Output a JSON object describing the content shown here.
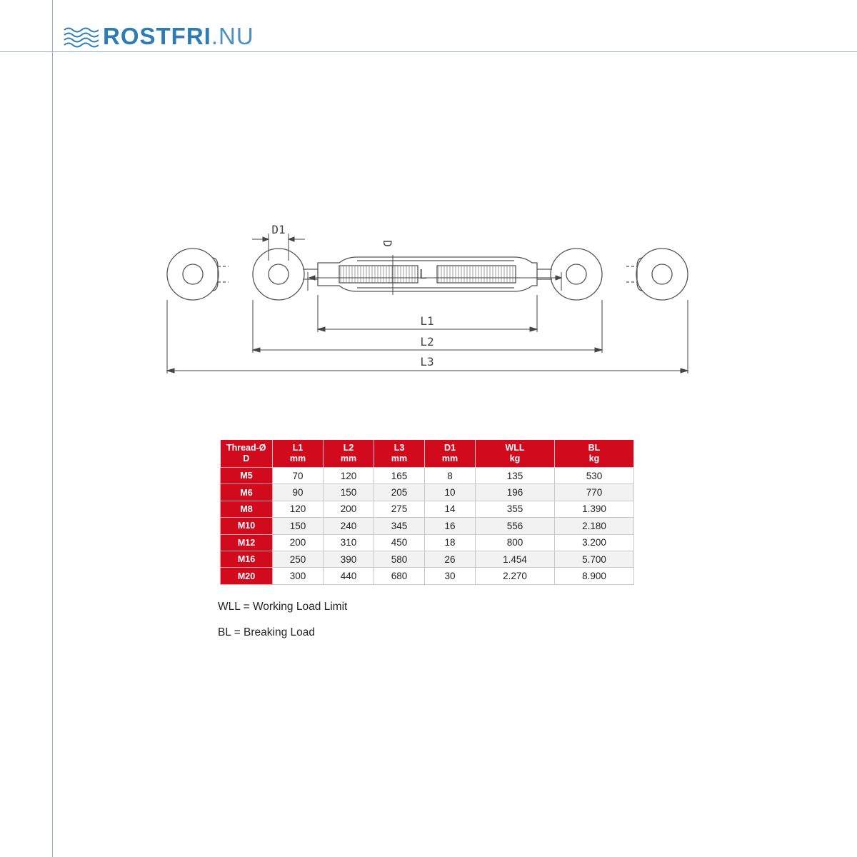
{
  "brand": {
    "name_main": "ROSTFRI",
    "name_tld": ".NU",
    "accent": "#2d7db5"
  },
  "drawing": {
    "labels": {
      "d1": "D1",
      "d": "D",
      "l": "L",
      "l1": "L1",
      "l2": "L2",
      "l3": "L3"
    }
  },
  "table": {
    "header_color": "#d20a1e",
    "headers": [
      {
        "top": "Thread-Ø",
        "bottom": "D"
      },
      {
        "top": "L1",
        "bottom": "mm"
      },
      {
        "top": "L2",
        "bottom": "mm"
      },
      {
        "top": "L3",
        "bottom": "mm"
      },
      {
        "top": "D1",
        "bottom": "mm"
      },
      {
        "top": "WLL",
        "bottom": "kg"
      },
      {
        "top": "BL",
        "bottom": "kg"
      }
    ],
    "rows": [
      [
        "M5",
        "70",
        "120",
        "165",
        "8",
        "135",
        "530"
      ],
      [
        "M6",
        "90",
        "150",
        "205",
        "10",
        "196",
        "770"
      ],
      [
        "M8",
        "120",
        "200",
        "275",
        "14",
        "355",
        "1.390"
      ],
      [
        "M10",
        "150",
        "240",
        "345",
        "16",
        "556",
        "2.180"
      ],
      [
        "M12",
        "200",
        "310",
        "450",
        "18",
        "800",
        "3.200"
      ],
      [
        "M16",
        "250",
        "390",
        "580",
        "26",
        "1.454",
        "5.700"
      ],
      [
        "M20",
        "300",
        "440",
        "680",
        "30",
        "2.270",
        "8.900"
      ]
    ]
  },
  "legend": {
    "wll": "WLL = Working Load Limit",
    "bl": "BL = Breaking Load"
  }
}
